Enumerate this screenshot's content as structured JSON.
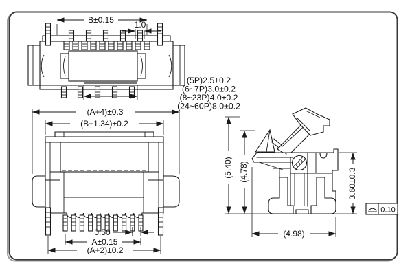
{
  "notes": {
    "lines": [
      "(5P)2.5±0.2",
      "(6~7P)3.0±0.2",
      "(8~23P)4.0±0.2",
      "(24~60P)8.0±0.2"
    ]
  },
  "top_view": {
    "dim_b": "B±0.15",
    "dim_pitch": "1.0"
  },
  "front_view": {
    "dim_total_width": "(A+4)±0.3",
    "dim_b_width": "(B+1.34)±0.2",
    "dim_pin_pitch": "0.50",
    "dim_a_width": "A±0.15",
    "dim_a2_width": "(A+2)±0.2"
  },
  "side_view": {
    "dim_total_height": "(5.40)",
    "dim_open_height": "(4.78)",
    "dim_body_height": "3.60±0.3",
    "dim_depth": "(4.98)",
    "flatness_tolerance": "0.10"
  },
  "colors": {
    "line": "#1a1a1a",
    "background": "#ffffff",
    "border": "#3a3a3a"
  }
}
